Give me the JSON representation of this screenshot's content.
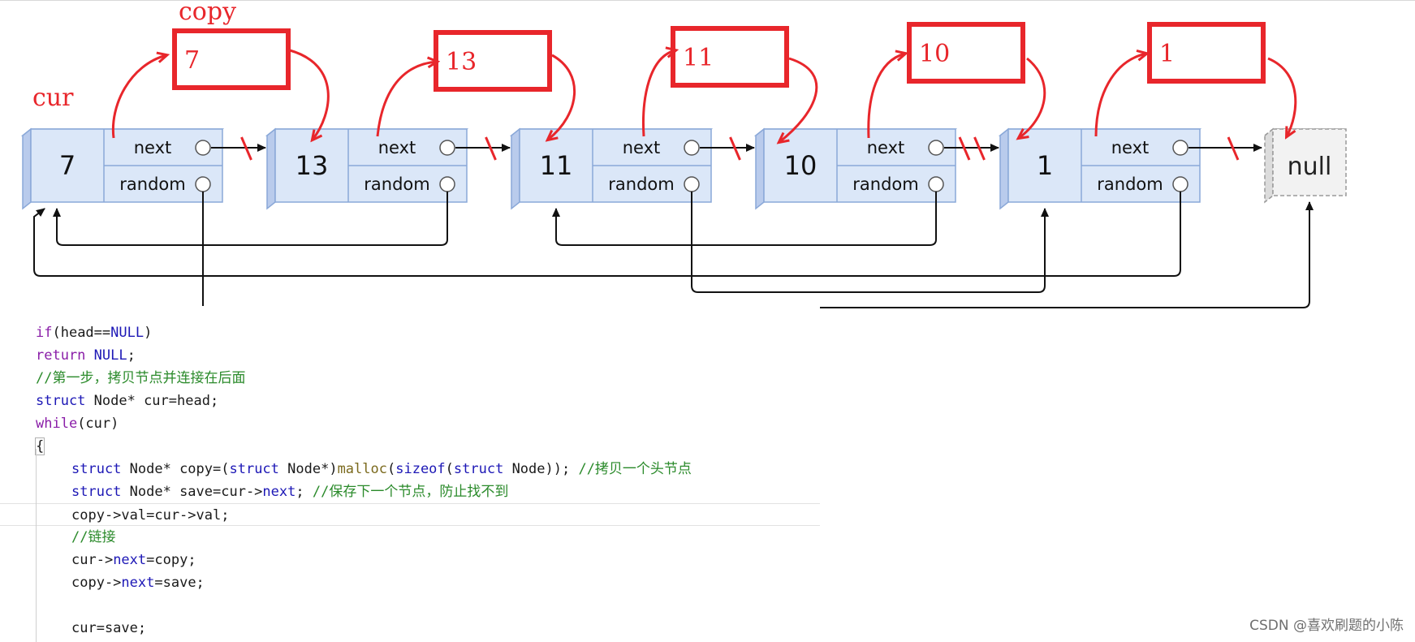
{
  "diagram": {
    "copy_label": "copy",
    "cur_label": "cur",
    "nodes": [
      {
        "val": "7",
        "copy_val": "7"
      },
      {
        "val": "13",
        "copy_val": "13"
      },
      {
        "val": "11",
        "copy_val": "11"
      },
      {
        "val": "10",
        "copy_val": "10"
      },
      {
        "val": "1",
        "copy_val": "1"
      }
    ],
    "next_label": "next",
    "random_label": "random",
    "null_label": "null",
    "colors": {
      "node_fill": "#dbe7f8",
      "node_stroke": "#8aa8d8",
      "annotation": "#e8262b",
      "null_fill": "#f2f2f2"
    }
  },
  "code": {
    "line1": {
      "kw": "if",
      "a": "(head==",
      "b": "NULL",
      "c": ")"
    },
    "line2": {
      "kw": "return",
      "sp": " ",
      "b": "NULL",
      "c": ";"
    },
    "line3": "//第一步，拷贝节点并连接在后面",
    "line4": {
      "kw": "struct",
      "rest": " Node* cur=head;"
    },
    "line5": {
      "kw": "while",
      "rest": "(cur)"
    },
    "line6": "{",
    "line7": {
      "kw1": "struct",
      "a": " Node* copy=(",
      "kw2": "struct",
      "b": " Node*)",
      "fn": "malloc",
      "c": "(",
      "kw3": "sizeof",
      "d": "(",
      "kw4": "struct",
      "e": " Node)); ",
      "cm": "//拷贝一个头节点"
    },
    "line8": {
      "kw": "struct",
      "a": " Node* save=cur->",
      "f": "next",
      "b": "; ",
      "cm": "//保存下一个节点，防止找不到"
    },
    "line9": "copy->val=cur->val;",
    "line10": "//链接",
    "line11": {
      "a": "cur->",
      "f": "next",
      "b": "=copy;"
    },
    "line12": {
      "a": "copy->",
      "f": "next",
      "b": "=save;"
    },
    "line13": "",
    "line14": "cur=save;"
  },
  "watermark": "CSDN @喜欢刷题的小陈"
}
